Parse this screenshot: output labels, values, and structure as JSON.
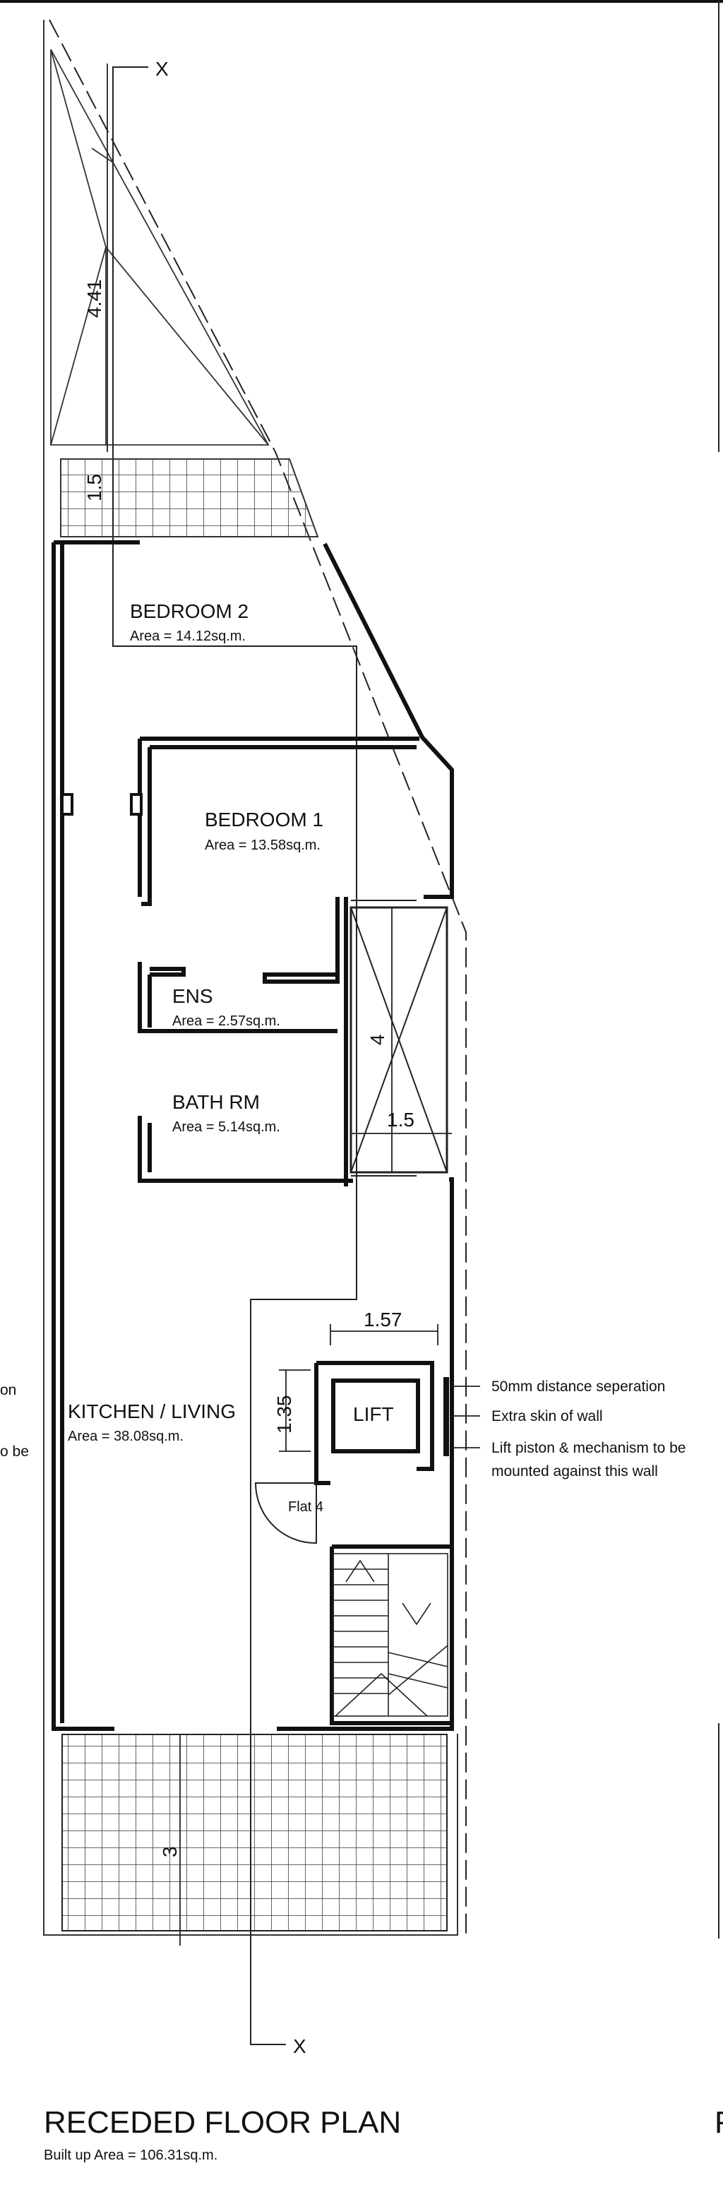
{
  "section_marker": "X",
  "rooms": {
    "bedroom2": {
      "name": "BEDROOM 2",
      "area": "Area = 14.12sq.m."
    },
    "bedroom1": {
      "name": "BEDROOM 1",
      "area": "Area = 13.58sq.m."
    },
    "ens": {
      "name": "ENS",
      "area": "Area = 2.57sq.m."
    },
    "bath": {
      "name": "BATH RM",
      "area": "Area = 5.14sq.m."
    },
    "kitchen": {
      "name": "KITCHEN / LIVING",
      "area": "Area = 38.08sq.m."
    },
    "lift": {
      "name": "LIFT"
    },
    "flat": {
      "name": "Flat 4"
    }
  },
  "dimensions": {
    "top": "4.41",
    "terrace_top": "1.5",
    "shaft_height": "4",
    "shaft_width": "1.5",
    "lift_width": "1.57",
    "lift_height": "1.35",
    "terrace_bottom": "3"
  },
  "notes": {
    "n1": "50mm distance seperation",
    "n2": "Extra skin of wall",
    "n3a": "Lift piston & mechanism to be",
    "n3b": "mounted against this wall"
  },
  "left_fragments": {
    "f1": "on",
    "f2": "o be"
  },
  "title": {
    "main": "RECEDED FLOOR PLAN",
    "sub": "Built up Area = 106.31sq.m.",
    "right_fragment": "F"
  }
}
